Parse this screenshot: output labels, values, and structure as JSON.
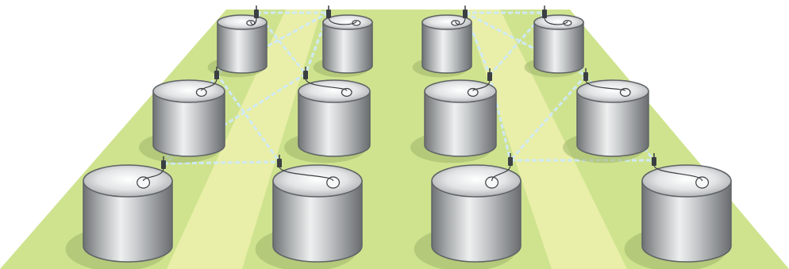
{
  "scene": {
    "description_visible_text": [],
    "colors": {
      "ground": "#cfe38f",
      "ground_stripe": "#e9efa8",
      "tank_light": "#f4f5f5",
      "tank_mid": "#b9bcbd",
      "tank_dark": "#6e7173",
      "tank_outline": "#5f6366",
      "tank_shadow": "#9fb46a",
      "sensor": "#3b3f42",
      "link": "#cfe9f7"
    },
    "rows": [
      {
        "row": "back",
        "tanks": [
          "tank-1",
          "tank-2",
          "tank-3",
          "tank-4"
        ]
      },
      {
        "row": "middle",
        "tanks": [
          "tank-5",
          "tank-6",
          "tank-7",
          "tank-8"
        ]
      },
      {
        "row": "front",
        "tanks": [
          "tank-9",
          "tank-10",
          "tank-11",
          "tank-12"
        ]
      }
    ],
    "icons": [
      "storage-tank-icon",
      "wireless-sensor-icon",
      "wireless-link"
    ]
  }
}
